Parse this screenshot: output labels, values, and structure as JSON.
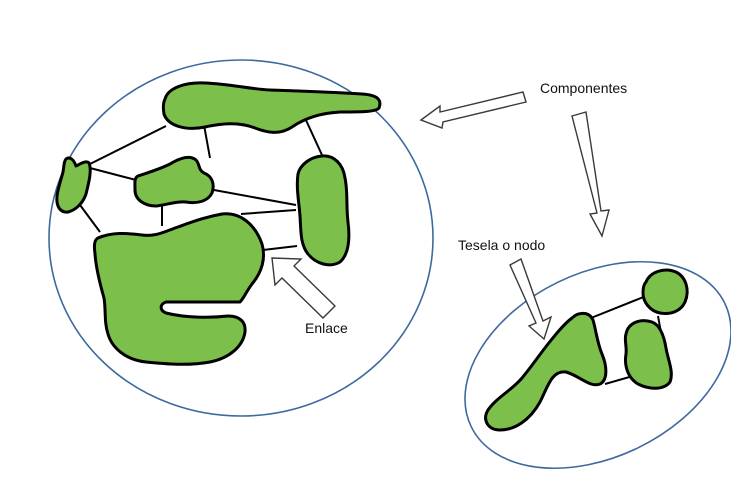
{
  "colors": {
    "patch_fill": "#7cc04b",
    "outline": "#000000",
    "component_ring": "#3d6a9e",
    "background": "#ffffff"
  },
  "labels": {
    "components": "Componentes",
    "tile_or_node": "Tesela o nodo",
    "link": "Enlace"
  }
}
